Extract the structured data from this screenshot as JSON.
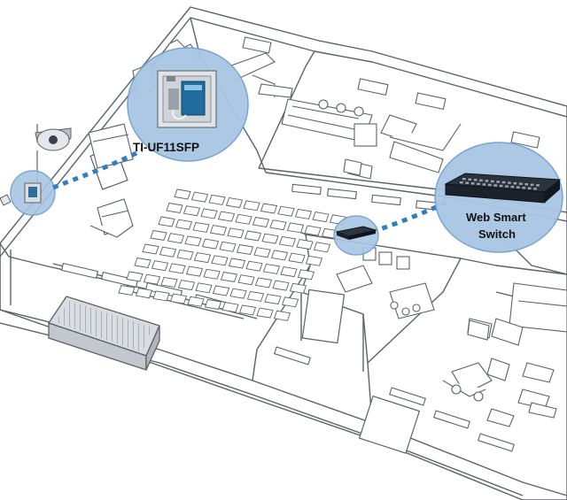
{
  "callouts": {
    "converter_label": "TI-UF11SFP",
    "switch_label_line1": "Web Smart",
    "switch_label_line2": "Switch"
  },
  "colors": {
    "link": "#2f7fbf",
    "bubble_fill": "#a9c6e4",
    "bubble_stroke": "#6fa2d0",
    "line": "#5c6168",
    "floor": "#ffffff",
    "device": "#1e2833"
  },
  "icons": [
    "camera-icon",
    "media-converter-icon",
    "switch-icon",
    "crate-icon",
    "forklift-icon"
  ]
}
